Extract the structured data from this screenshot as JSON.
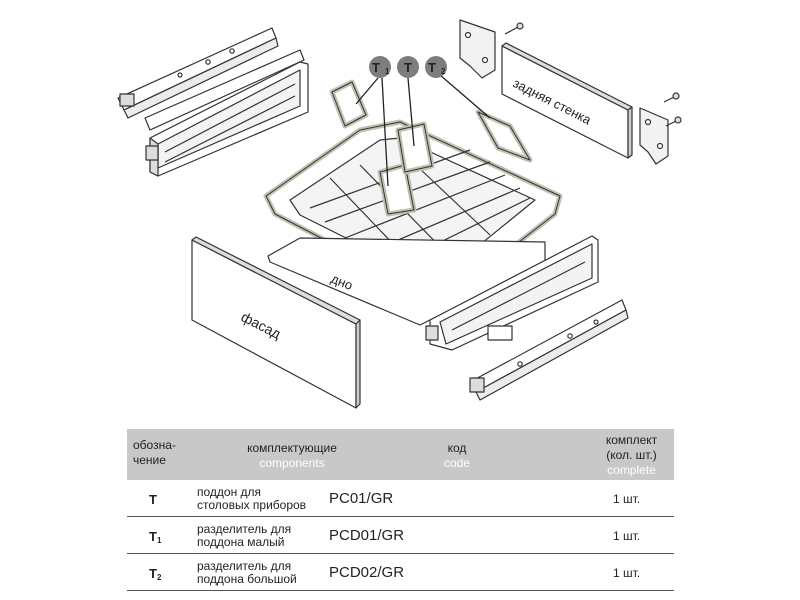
{
  "diagram": {
    "callouts": [
      {
        "symbol": "T",
        "subscript": "1"
      },
      {
        "symbol": "T",
        "subscript": ""
      },
      {
        "symbol": "T",
        "subscript": "2"
      }
    ],
    "labels": {
      "back_panel": "задняя стенка",
      "bottom": "дно",
      "front": "фасад"
    },
    "colors": {
      "highlight": "#bfc2b0",
      "callout_fill": "#7d7d7d",
      "line": "#333333"
    }
  },
  "table": {
    "header": {
      "designation_line1": "обозна-",
      "designation_line2": "чение",
      "components_ru": "комплектующие",
      "components_en": "components",
      "code_ru": "код",
      "code_en": "code",
      "set_line1": "комплект",
      "set_line2": "(кол. шт.)",
      "set_en": "complete"
    },
    "rows": [
      {
        "symbol": "T",
        "subscript": "",
        "desc_line1": "поддон для",
        "desc_line2": "столовых приборов",
        "code": "PC01/GR",
        "qty": "1 шт."
      },
      {
        "symbol": "T",
        "subscript": "1",
        "desc_line1": "разделитель для",
        "desc_line2": "поддона малый",
        "code": "PCD01/GR",
        "qty": "1 шт."
      },
      {
        "symbol": "T",
        "subscript": "2",
        "desc_line1": "разделитель для",
        "desc_line2": "поддона большой",
        "code": "PCD02/GR",
        "qty": "1 шт."
      }
    ]
  }
}
